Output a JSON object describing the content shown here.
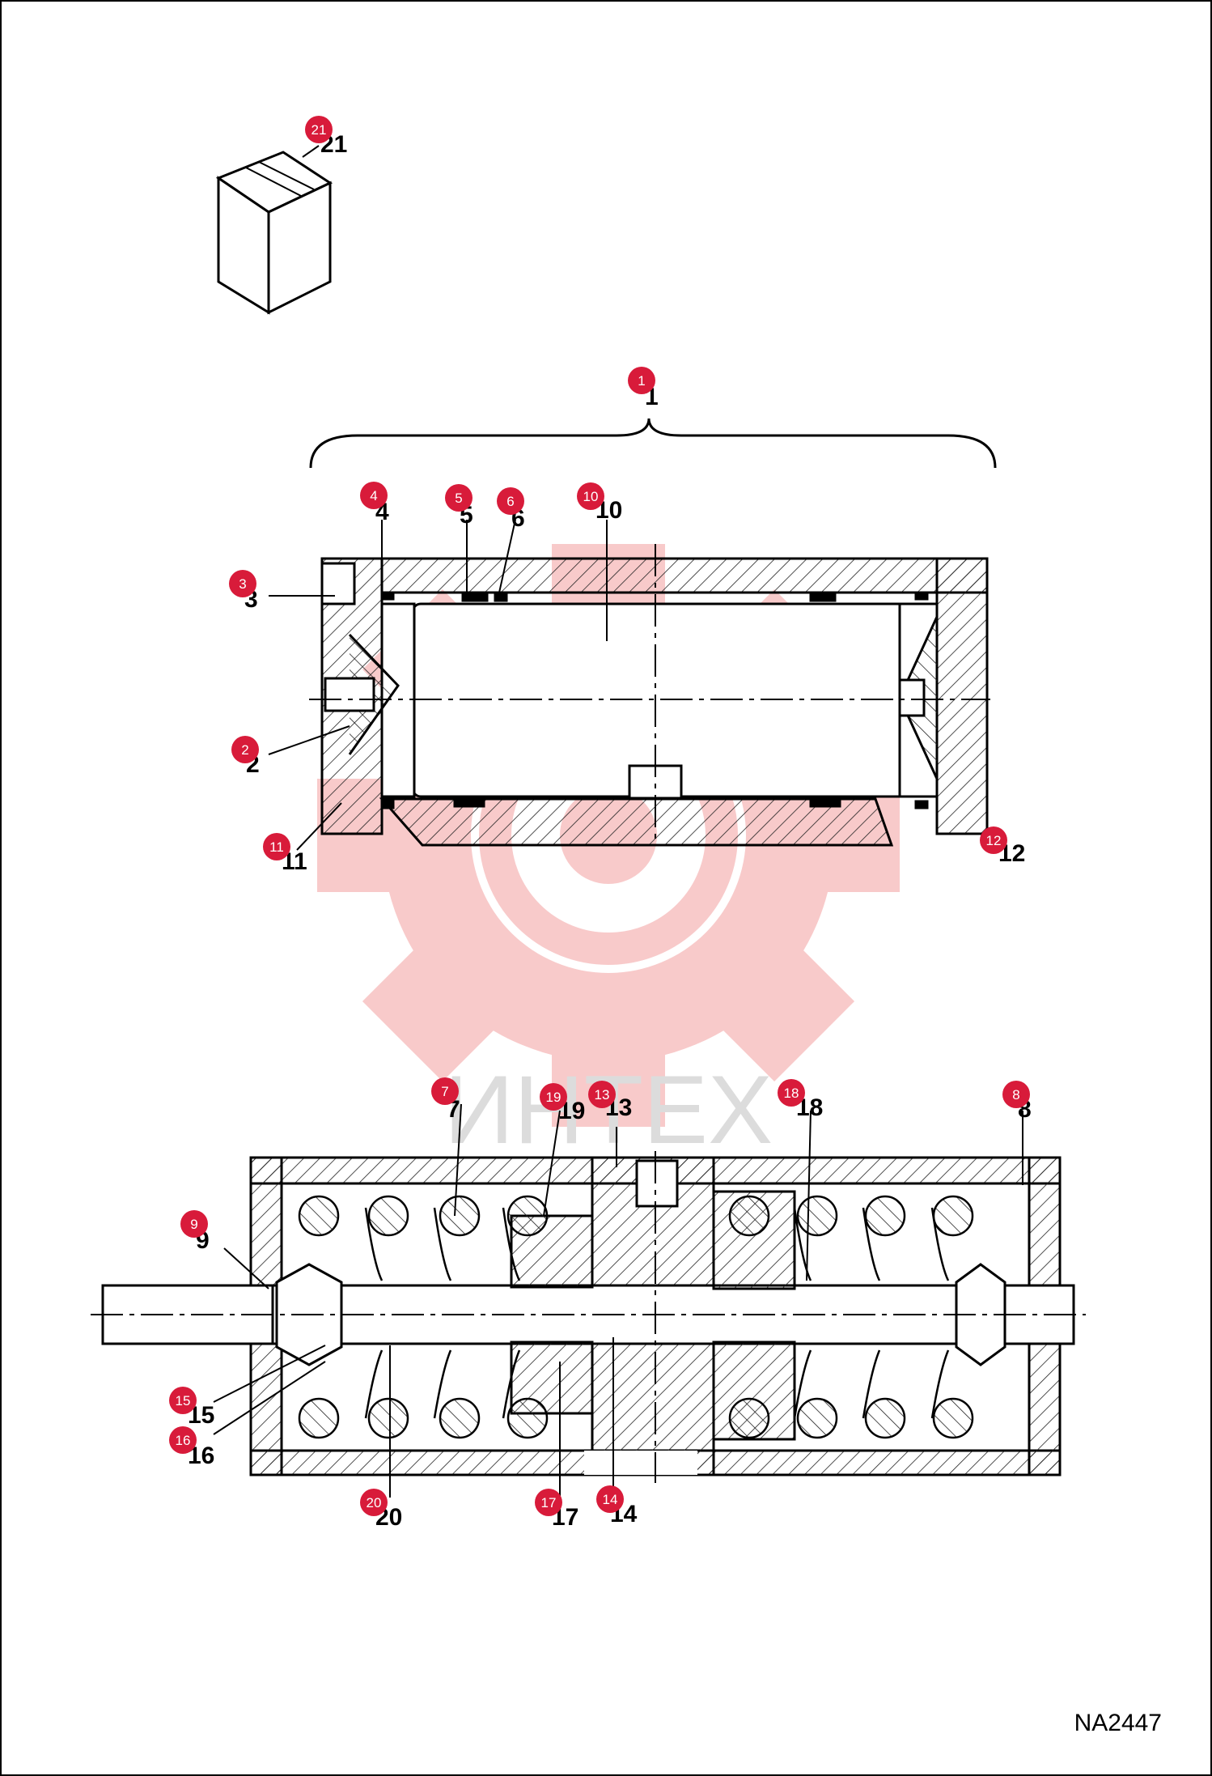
{
  "document_code": "NA2447",
  "watermark_text": "ИНТЕХ",
  "colors": {
    "callout": "#d81b3a",
    "watermark": "#f4a0a0",
    "line": "#000000",
    "hatch": "#222222"
  },
  "callouts": [
    {
      "id": "c21",
      "num": "21",
      "label": "21"
    },
    {
      "id": "c1",
      "num": "1",
      "label": "1"
    },
    {
      "id": "c4",
      "num": "4",
      "label": "4"
    },
    {
      "id": "c5",
      "num": "5",
      "label": "5"
    },
    {
      "id": "c6",
      "num": "6",
      "label": "6"
    },
    {
      "id": "c10",
      "num": "10",
      "label": "10"
    },
    {
      "id": "c3",
      "num": "3",
      "label": "3"
    },
    {
      "id": "c2",
      "num": "2",
      "label": "2"
    },
    {
      "id": "c11",
      "num": "11",
      "label": "11"
    },
    {
      "id": "c12",
      "num": "12",
      "label": "12"
    },
    {
      "id": "c7",
      "num": "7",
      "label": "7"
    },
    {
      "id": "c19",
      "num": "19",
      "label": "19"
    },
    {
      "id": "c13",
      "num": "13",
      "label": "13"
    },
    {
      "id": "c18",
      "num": "18",
      "label": "18"
    },
    {
      "id": "c8",
      "num": "8",
      "label": "8"
    },
    {
      "id": "c9",
      "num": "9",
      "label": "9"
    },
    {
      "id": "c15",
      "num": "15",
      "label": "15"
    },
    {
      "id": "c16",
      "num": "16",
      "label": "16"
    },
    {
      "id": "c20",
      "num": "20",
      "label": "20"
    },
    {
      "id": "c17",
      "num": "17",
      "label": "17"
    },
    {
      "id": "c14",
      "num": "14",
      "label": "14"
    }
  ]
}
